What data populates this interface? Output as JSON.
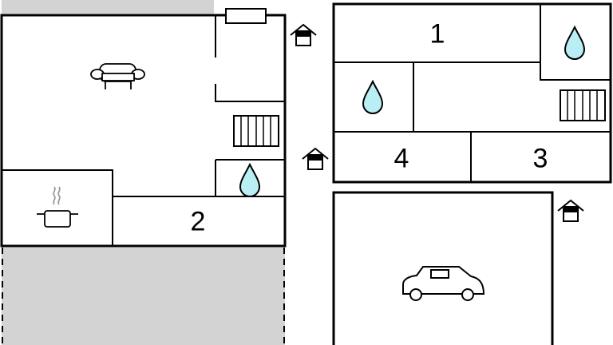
{
  "rooms": {
    "room_1": "1",
    "room_2": "2",
    "room_3": "3",
    "room_4": "4"
  },
  "colors": {
    "wall": "#000000",
    "water": "#b9eef5",
    "outdoor": "#d3d3d3"
  },
  "icons": [
    "sofa-icon",
    "cooking-pot-icon",
    "stairs-icon",
    "water-drop-icon",
    "car-icon",
    "entrance-icon",
    "window-icon"
  ]
}
